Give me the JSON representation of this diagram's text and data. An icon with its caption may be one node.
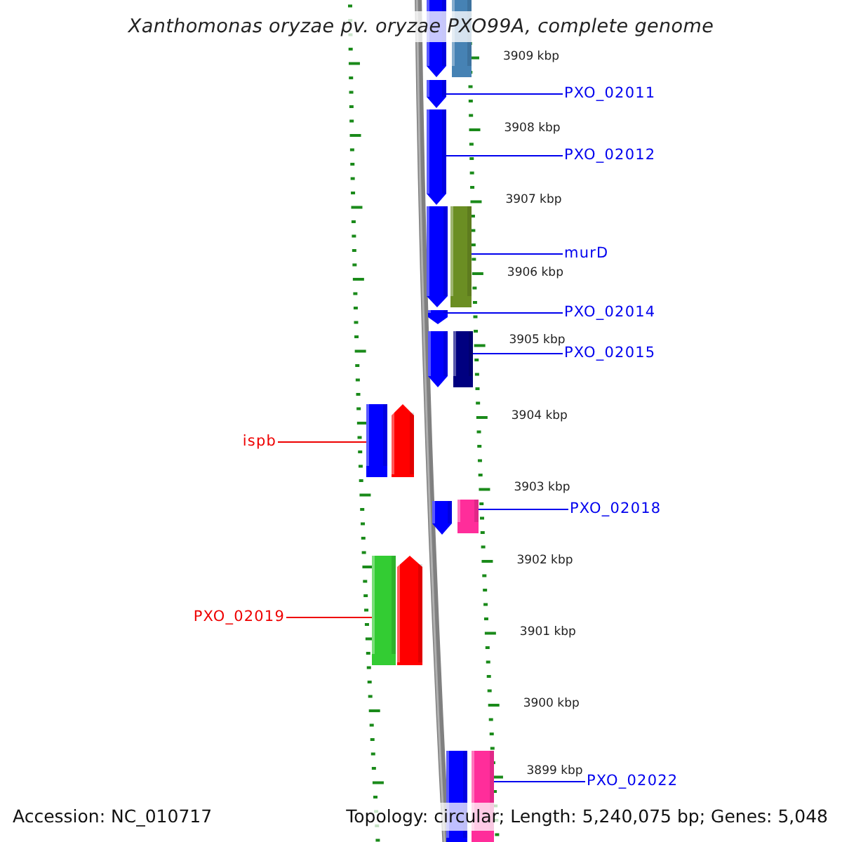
{
  "diagram": {
    "title": "Xanthomonas oryzae pv. oryzae PXO99A, complete genome",
    "nodes": [
      {
        "text": [
          "PXO_02011"
        ]
      },
      {
        "text": [],
        "shape": "bar"
      },
      {
        "text": [
          "PXO_02012"
        ]
      },
      {
        "text": [],
        "shape": "bar"
      },
      {
        "text": [
          "murD"
        ]
      },
      {
        "text": [],
        "shape": "bar"
      },
      {
        "text": [
          "PXO_02014"
        ]
      },
      {
        "text": [],
        "shape": "bar"
      },
      {
        "text": [
          "PXO_02015"
        ]
      },
      {
        "text": [],
        "shape": "bar"
      },
      {
        "text": [
          "ispb"
        ]
      },
      {
        "text": [],
        "shape": "bar"
      },
      {
        "text": [
          "PXO_02018"
        ]
      },
      {
        "text": [],
        "shape": "bar"
      },
      {
        "text": [
          "PXO_02019"
        ]
      },
      {
        "text": [],
        "shape": "bar"
      },
      {
        "text": [
          "PXO_02022"
        ]
      },
      {
        "text": [],
        "shape": "bar"
      }
    ],
    "edges": [
      {
        "from": 0,
        "to": 1,
        "arrow": "none"
      },
      {
        "from": 2,
        "to": 3,
        "arrow": "none"
      },
      {
        "from": 4,
        "to": 5,
        "arrow": "none"
      },
      {
        "from": 6,
        "to": 7,
        "arrow": "none"
      },
      {
        "from": 8,
        "to": 9,
        "arrow": "none"
      },
      {
        "from": 10,
        "to": 11,
        "arrow": "none",
        "color": "#ee0000"
      },
      {
        "from": 12,
        "to": 13,
        "arrow": "none"
      },
      {
        "from": 14,
        "to": 15,
        "arrow": "none",
        "color": "#ee0000"
      },
      {
        "from": 16,
        "to": 17,
        "arrow": "none"
      }
    ],
    "labels": [
      "3909 kbp",
      "3908 kbp",
      "3907 kbp",
      "3906 kbp",
      "3905 kbp",
      "3904 kbp",
      "3903 kbp",
      "3902 kbp",
      "3901 kbp",
      "3900 kbp",
      "3899 kbp",
      "Accession: NC_010717",
      "Topology: circular; Length: 5,240,075 bp; Genes: 5,048"
    ]
  }
}
